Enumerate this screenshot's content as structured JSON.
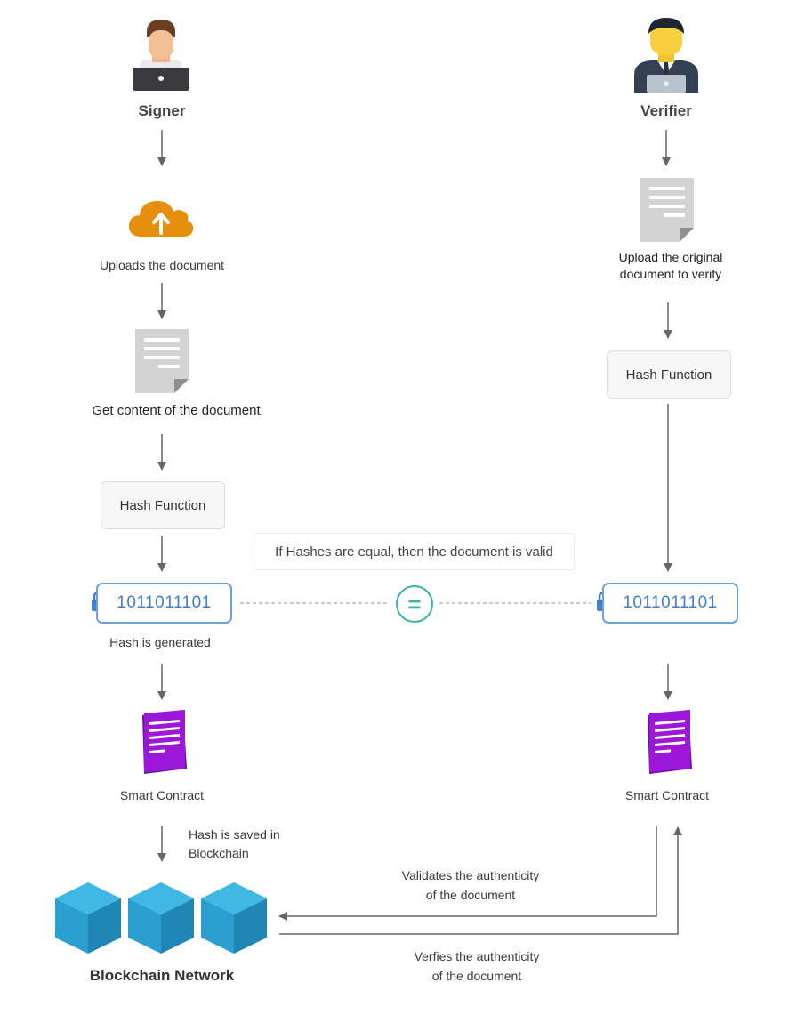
{
  "signer": {
    "title": "Signer",
    "upload_label": "Uploads the document",
    "content_label": "Get content of the document",
    "hash_function": "Hash Function",
    "hash_value": "1011011101",
    "hash_generated": "Hash is generated",
    "smart_contract": "Smart Contract",
    "saved_line1": "Hash is saved in",
    "saved_line2": "Blockchain"
  },
  "verifier": {
    "title": "Verifier",
    "upload_line1": "Upload the original",
    "upload_line2": "document to verify",
    "hash_function": "Hash Function",
    "hash_value": "1011011101",
    "smart_contract": "Smart Contract"
  },
  "compare": {
    "note": "If Hashes are equal, then the document is valid",
    "equals_symbol": "="
  },
  "blockchain": {
    "title": "Blockchain Network"
  },
  "flows": {
    "validates_line1": "Validates the authenticity",
    "validates_line2": "of the document",
    "verifies_line1": "Verfies the authenticity",
    "verifies_line2": "of the document"
  },
  "colors": {
    "cloud": "#E58F0C",
    "hash_blue": "#3F7FD0",
    "contract_purple": "#8E11C9",
    "cube_top": "#3FB8E6",
    "cube_left": "#2A9FD0",
    "cube_right": "#1F86B6",
    "equals_teal": "#3DB5A2"
  },
  "icons": {
    "signer_avatar": "person-laptop-icon",
    "verifier_avatar": "businessman-icon",
    "upload": "cloud-upload-icon",
    "document": "document-icon",
    "lock": "lock-icon",
    "contract": "contract-icon",
    "blockchain": "cube-icon"
  }
}
